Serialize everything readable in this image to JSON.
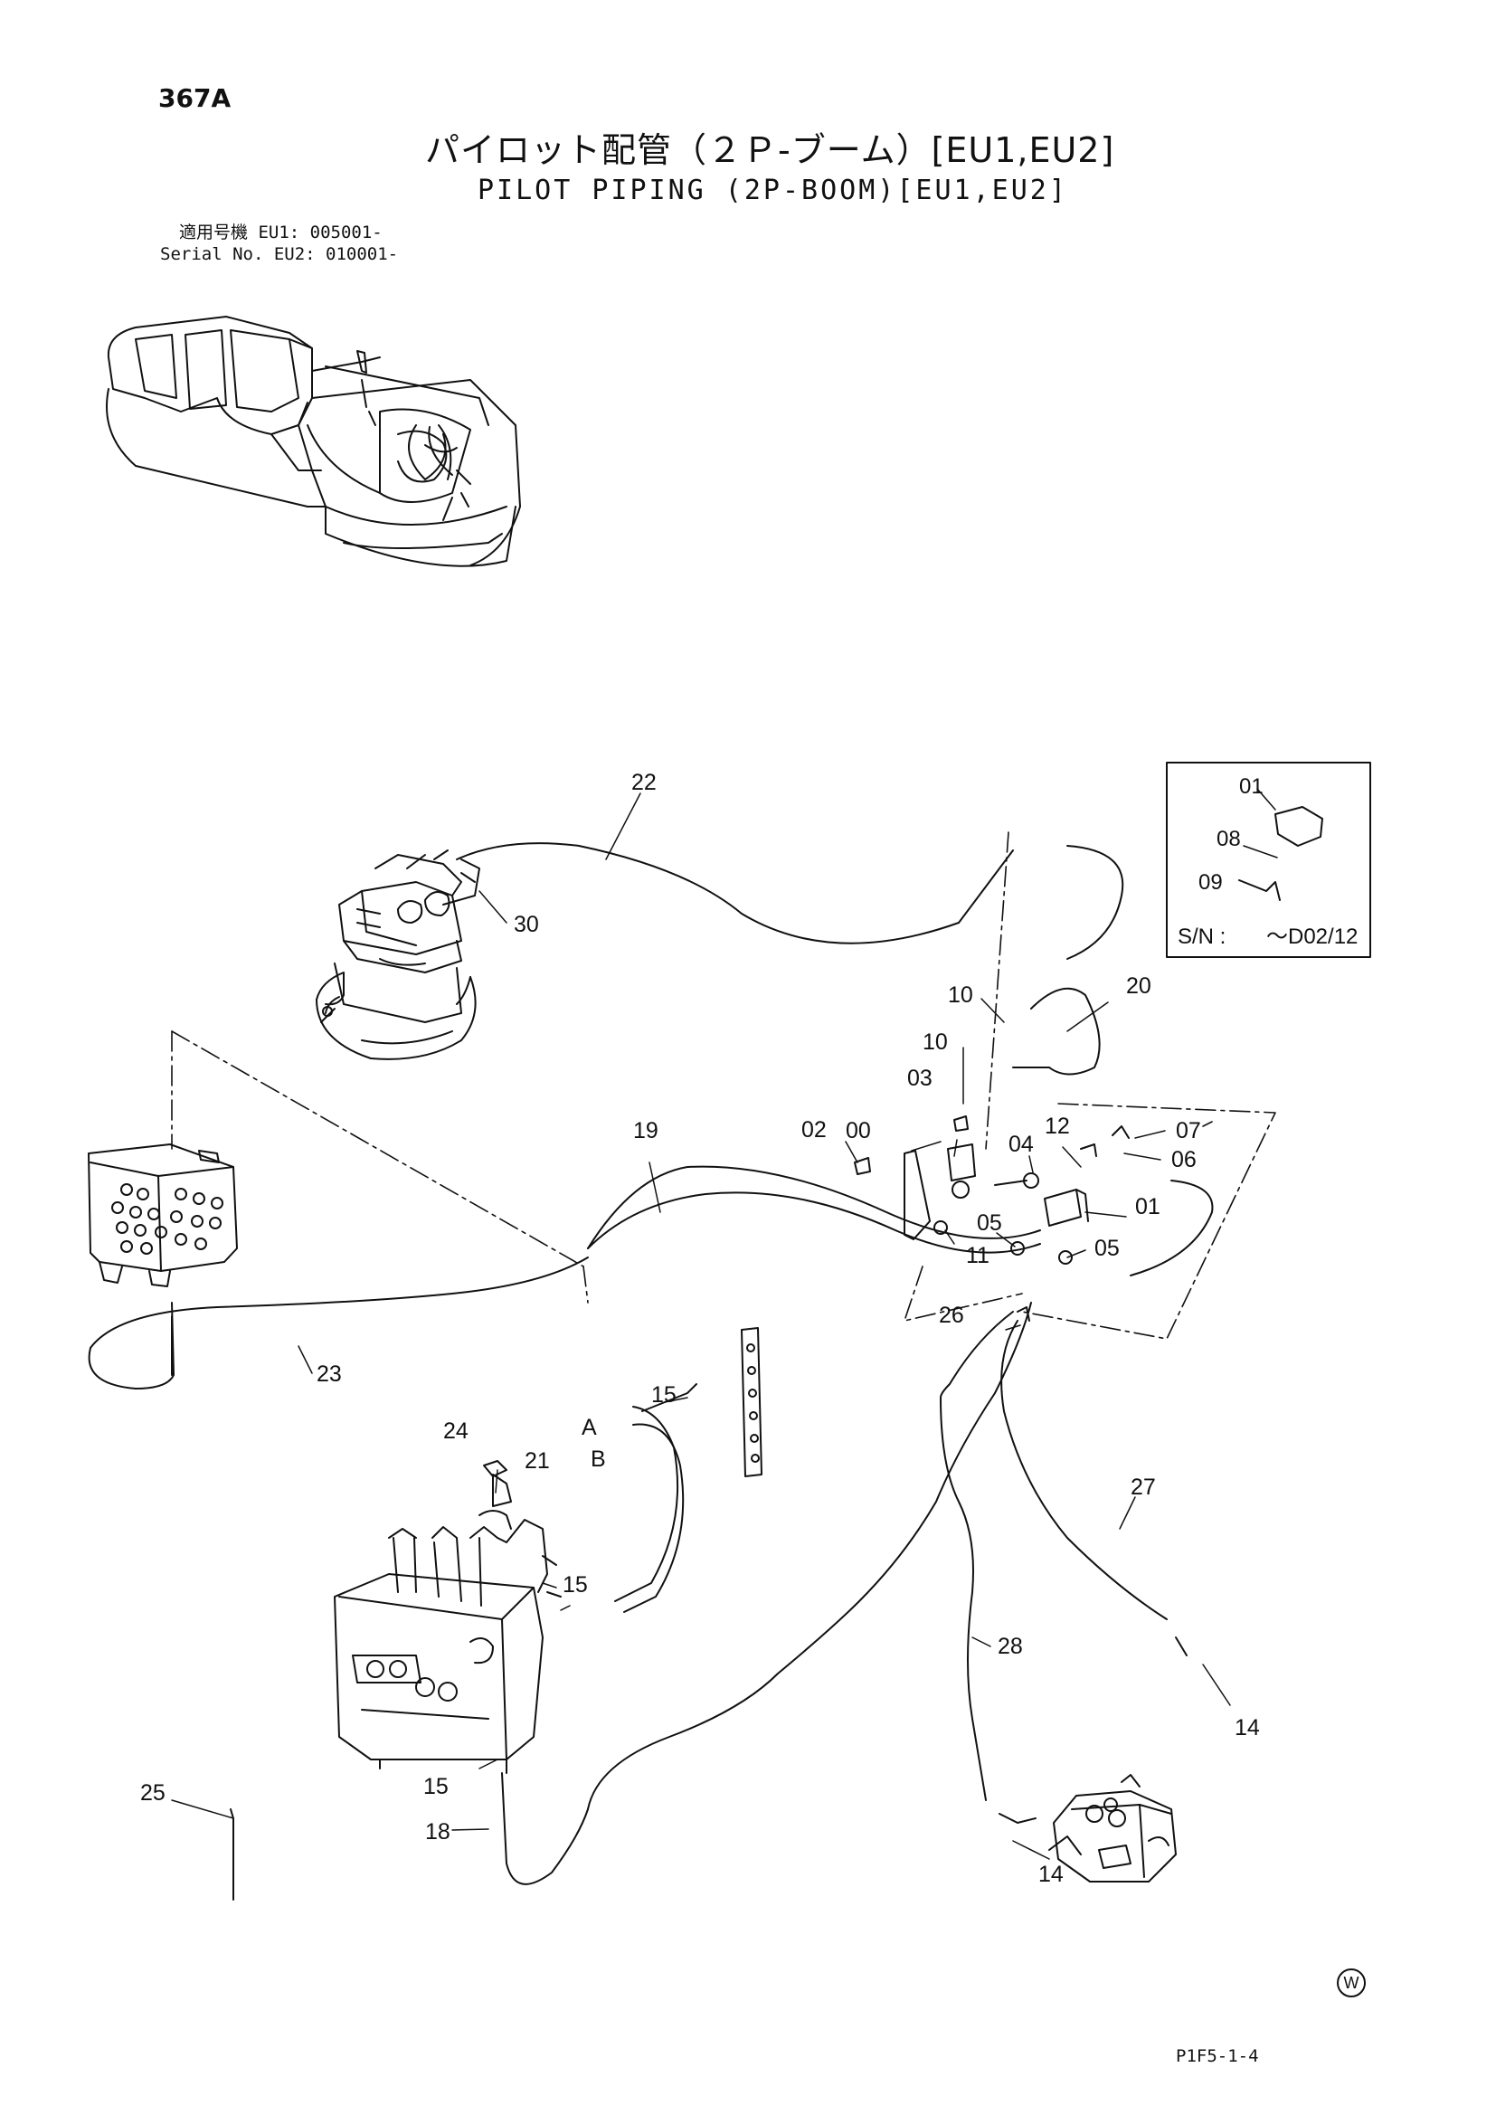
{
  "header": {
    "page_number": "367A",
    "title_jp": "パイロット配管（２Ｐ-ブーム）[EU1,EU2]",
    "title_en": "PILOT PIPING (2P-BOOM)[EU1,EU2]",
    "serial_line_1": "適用号機  EU1: 005001-",
    "serial_line_2": "Serial No. EU2: 010001-"
  },
  "callouts": {
    "c00": "00",
    "c01": "01",
    "c02": "02",
    "c03": "03",
    "c04": "04",
    "c05a": "05",
    "c05b": "05",
    "c06": "06",
    "c07": "07",
    "c10a": "10",
    "c10b": "10",
    "c11": "11",
    "c12": "12",
    "c14a": "14",
    "c14b": "14",
    "c15a": "15",
    "c15b": "15",
    "c15c": "15",
    "c18": "18",
    "c19": "19",
    "c20": "20",
    "c21": "21",
    "c22": "22",
    "c23": "23",
    "c24": "24",
    "c25": "25",
    "c26": "26",
    "c27": "27",
    "c28": "28",
    "c30": "30",
    "port_a": "A",
    "port_b": "B"
  },
  "inset": {
    "c01": "01",
    "c08": "08",
    "c09": "09",
    "serial_label": "S/N :",
    "serial_value": "～D02/12"
  },
  "footer": {
    "drawing_code": "P1F5-1-4",
    "mark": "W"
  }
}
